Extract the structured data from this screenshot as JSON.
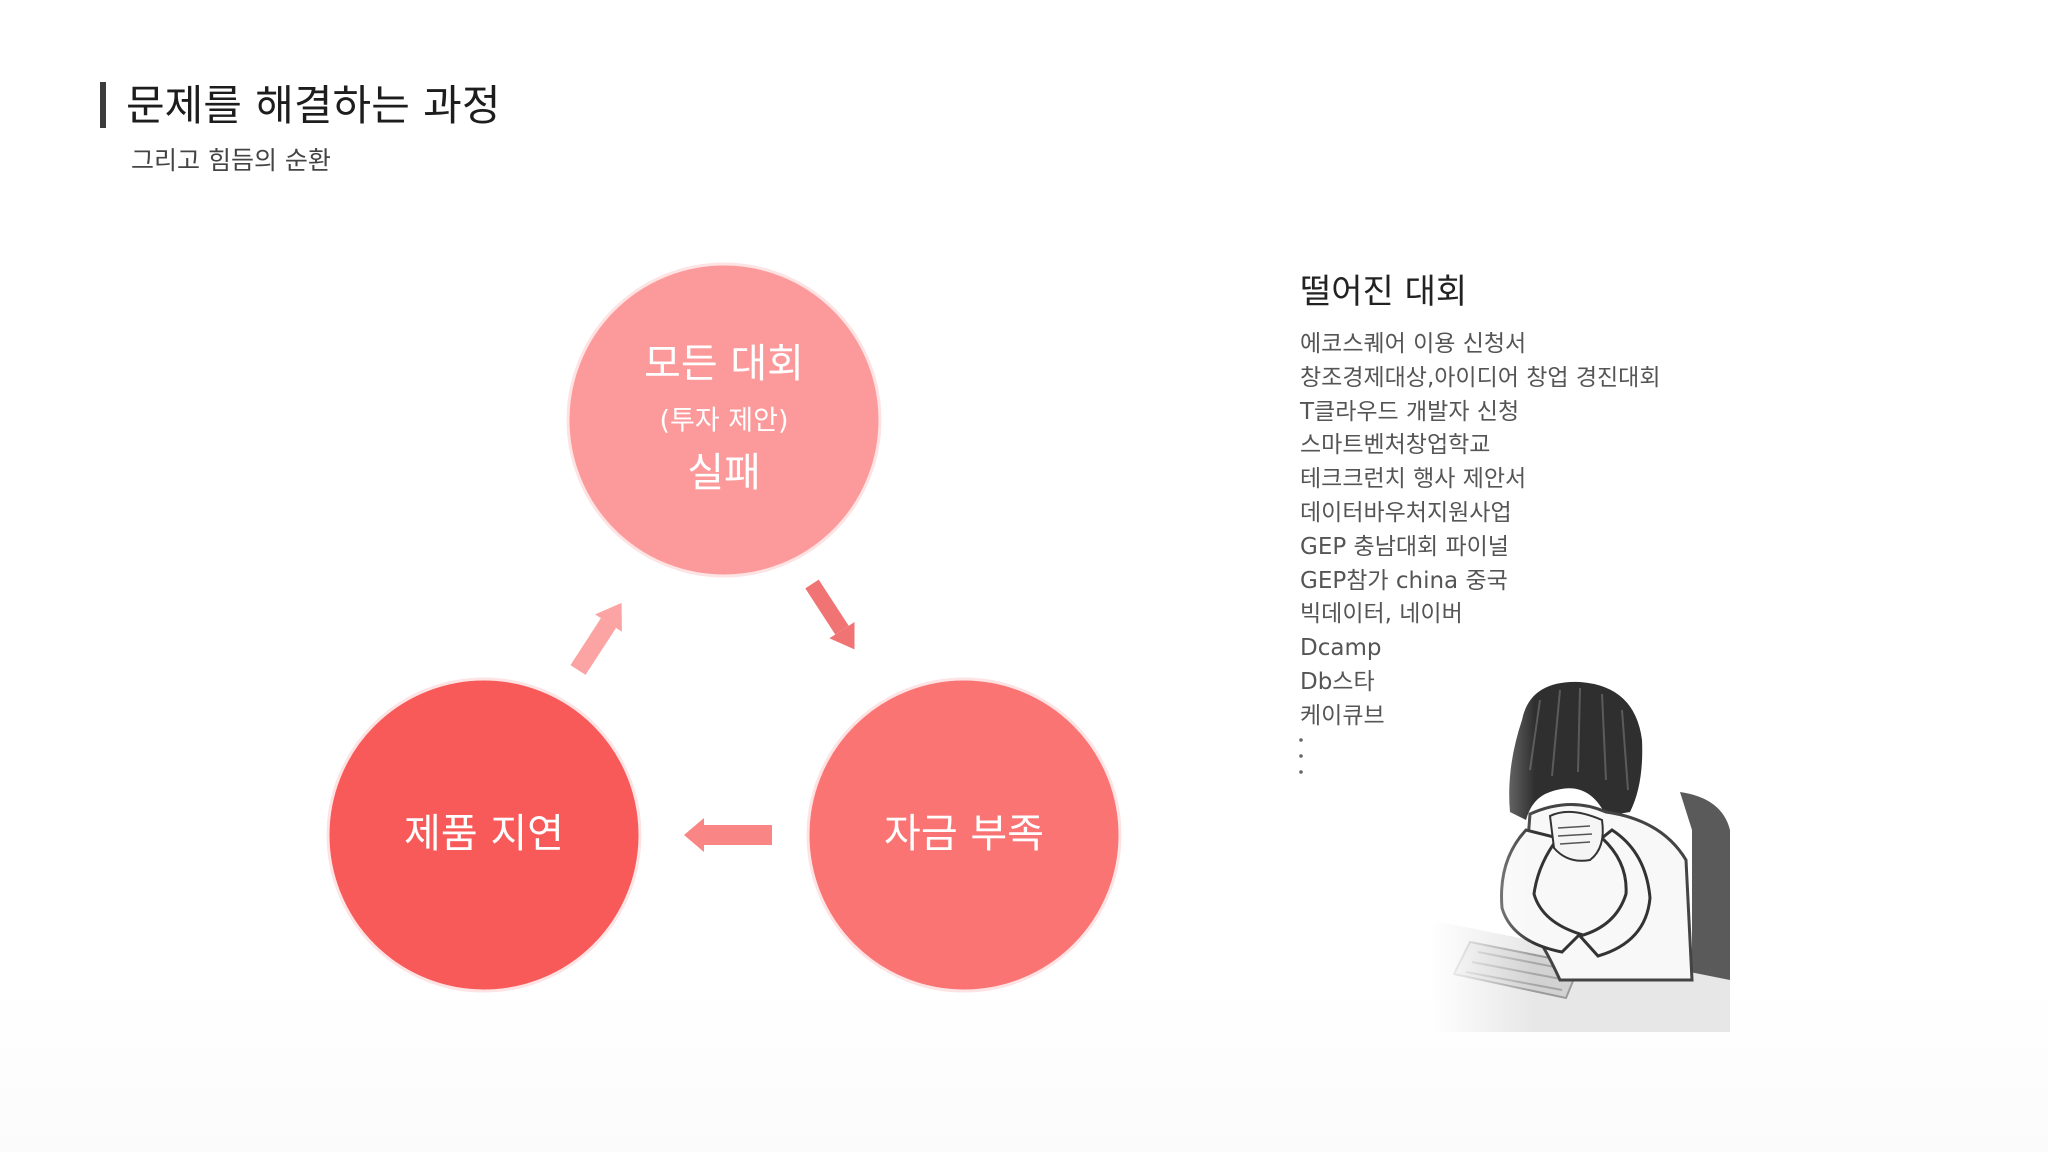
{
  "slide": {
    "title": "문제를 해결하는 과정",
    "subtitle": "그리고 힘듬의 순환"
  },
  "cycle": {
    "top": {
      "title": "모든 대회",
      "subtitle": "(투자 제안)",
      "result": "실패",
      "color": "#FC9A9B"
    },
    "right": {
      "label": "자금 부족",
      "color": "#FA7474"
    },
    "left": {
      "label": "제품 지연",
      "color": "#F85A5A"
    },
    "arrow_colors": {
      "top_to_right": "#F07474",
      "right_to_left": "#F98585",
      "left_to_top": "#FCA3A3"
    }
  },
  "sidebar": {
    "heading": "떨어진 대회",
    "items": [
      "에코스퀘어 이용 신청서",
      "창조경제대상,아이디어 창업 경진대회",
      "T클라우드 개발자 신청",
      "스마트벤처창업학교",
      "테크크런치 행사 제안서",
      "데이터바우처지원사업",
      "GEP 충남대회 파이널",
      "GEP참가 china 중국",
      "빅데이터, 네이버",
      "Dcamp",
      "Db스타",
      "케이큐브"
    ],
    "ellipsis_icon": "vertical-ellipsis-icon"
  },
  "illustration": {
    "icon": "stressed-person-at-keyboard-icon"
  }
}
